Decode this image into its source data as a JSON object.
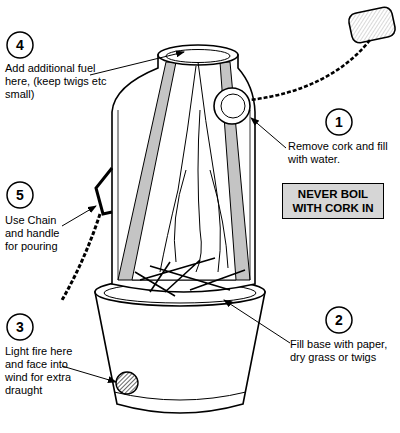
{
  "diagram": {
    "nodes": [
      {
        "text": [
          "4"
        ]
      },
      {
        "text": [
          "1"
        ]
      },
      {
        "text": [
          "NEVER BOIL WITH CORK IN"
        ]
      },
      {
        "text": [
          "5"
        ]
      },
      {
        "text": [
          "2"
        ]
      },
      {
        "text": [
          "3"
        ]
      }
    ],
    "labels": [
      "Add additional fuel here, (keep twigs etc small)",
      "Remove cork and fill with water.",
      "Use Chain and handle for pouring",
      "Fill base with paper, dry grass or twigs",
      "Light fire here and face into wind for extra draught"
    ]
  }
}
